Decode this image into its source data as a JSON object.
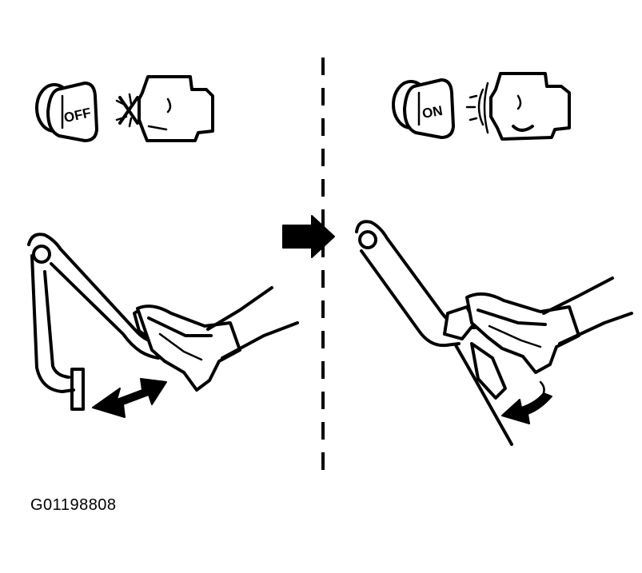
{
  "panels": {
    "left": {
      "key_label": "OFF",
      "engine_icon": "engine-stopped-icon",
      "arrow_icon": "double-headed-arrow-icon"
    },
    "right": {
      "key_label": "ON",
      "engine_icon": "engine-running-icon",
      "arrow_icon": "curved-arrow-icon"
    },
    "transition_icon": "right-arrow-icon"
  },
  "figure_id": "G01198808",
  "colors": {
    "ink": "#000000",
    "paper": "#ffffff"
  }
}
